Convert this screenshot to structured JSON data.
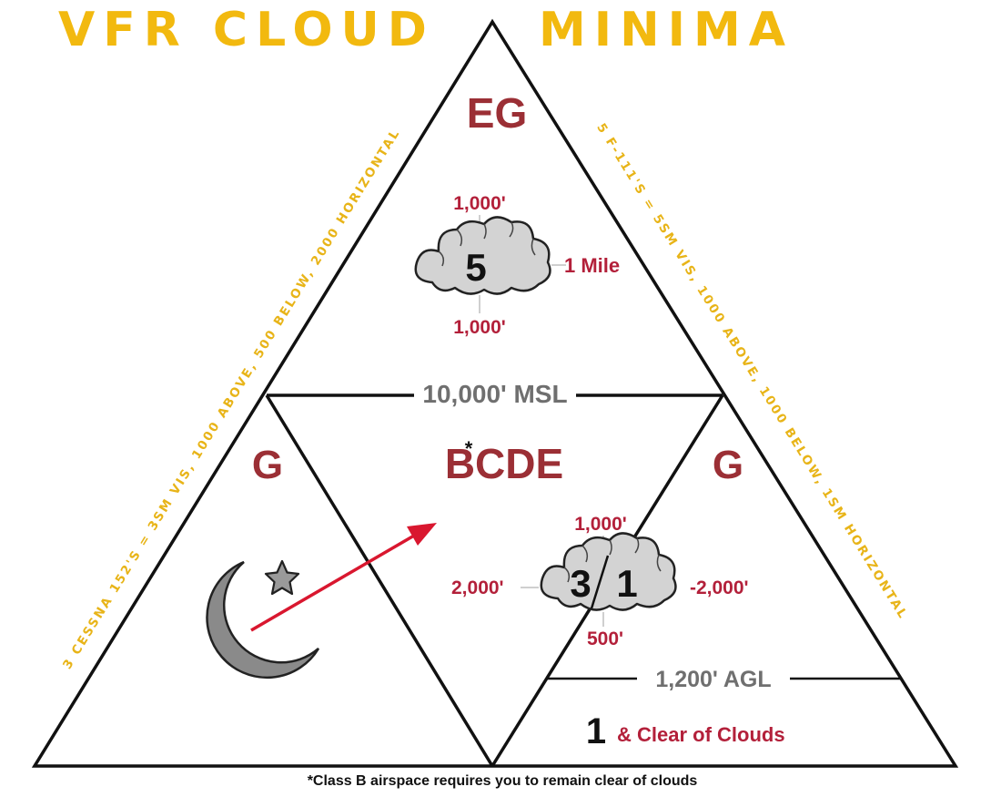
{
  "title_left": "VFR CLOUD",
  "title_right": "MINIMA",
  "top_zone": {
    "class_label": "EG",
    "above": "1,000'",
    "below": "1,000'",
    "visibility": "5",
    "horizontal": "1 Mile"
  },
  "divider_msl": "10,000' MSL",
  "left_zone": {
    "class_label": "G"
  },
  "center_zone": {
    "class_label": "BCDE",
    "asterisk": "*",
    "above": "1,000'",
    "left": "2,000'",
    "right": "-2,000'",
    "below": "500'",
    "vis_left": "3",
    "vis_right": "1"
  },
  "right_zone": {
    "class_label": "G",
    "divider_agl": "1,200' AGL",
    "vis": "1",
    "clear_text": "& Clear of Clouds"
  },
  "side_left": "3 CESSNA 152'S = 3SM VIS, 1000 ABOVE, 500 BELOW, 2000 HORIZONTAL",
  "side_right": "5 F-111'S = 5SM VIS, 1000 ABOVE, 1000 BELOW, 1SM HORIZONTAL",
  "footnote": "*Class B airspace requires you to remain clear of clouds",
  "icons": [
    "crescent-moon-icon",
    "star-icon",
    "arrow-icon",
    "cloud-icon"
  ],
  "colors": {
    "title": "#f2b90f",
    "class_label": "#9b2f35",
    "minima_text": "#b3203a",
    "arrow": "#d9172f",
    "divider_text": "#6f6f6f",
    "cloud_fill": "#d3d3d3"
  }
}
